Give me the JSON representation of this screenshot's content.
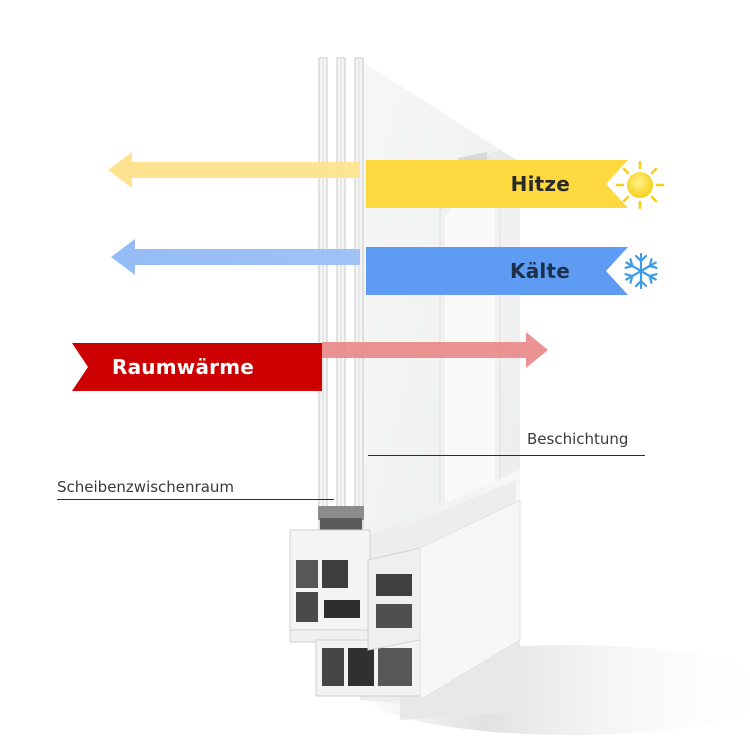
{
  "bands": {
    "heat": {
      "label": "Hitze",
      "color": "#fdd83f",
      "icon": "sun-icon"
    },
    "cold": {
      "label": "Kälte",
      "color": "#5e9bf2",
      "icon": "snowflake-icon"
    },
    "room": {
      "label": "Raumwärme",
      "color": "#cc0000"
    }
  },
  "callouts": {
    "coating": "Beschichtung",
    "gap": "Scheibenzwischenraum"
  }
}
